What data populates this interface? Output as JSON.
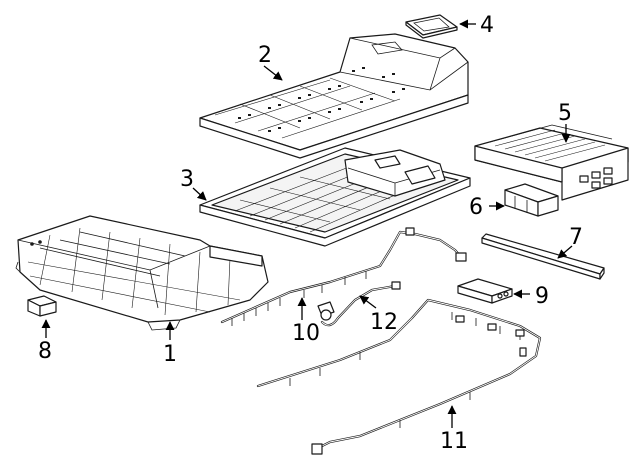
{
  "diagram": {
    "colors": {
      "line": "#1a1a1a",
      "background": "#ffffff"
    },
    "callouts": [
      {
        "id": "1",
        "label": "1"
      },
      {
        "id": "2",
        "label": "2"
      },
      {
        "id": "3",
        "label": "3"
      },
      {
        "id": "4",
        "label": "4"
      },
      {
        "id": "5",
        "label": "5"
      },
      {
        "id": "6",
        "label": "6"
      },
      {
        "id": "7",
        "label": "7"
      },
      {
        "id": "8",
        "label": "8"
      },
      {
        "id": "9",
        "label": "9"
      },
      {
        "id": "10",
        "label": "10"
      },
      {
        "id": "11",
        "label": "11"
      },
      {
        "id": "12",
        "label": "12"
      }
    ]
  }
}
